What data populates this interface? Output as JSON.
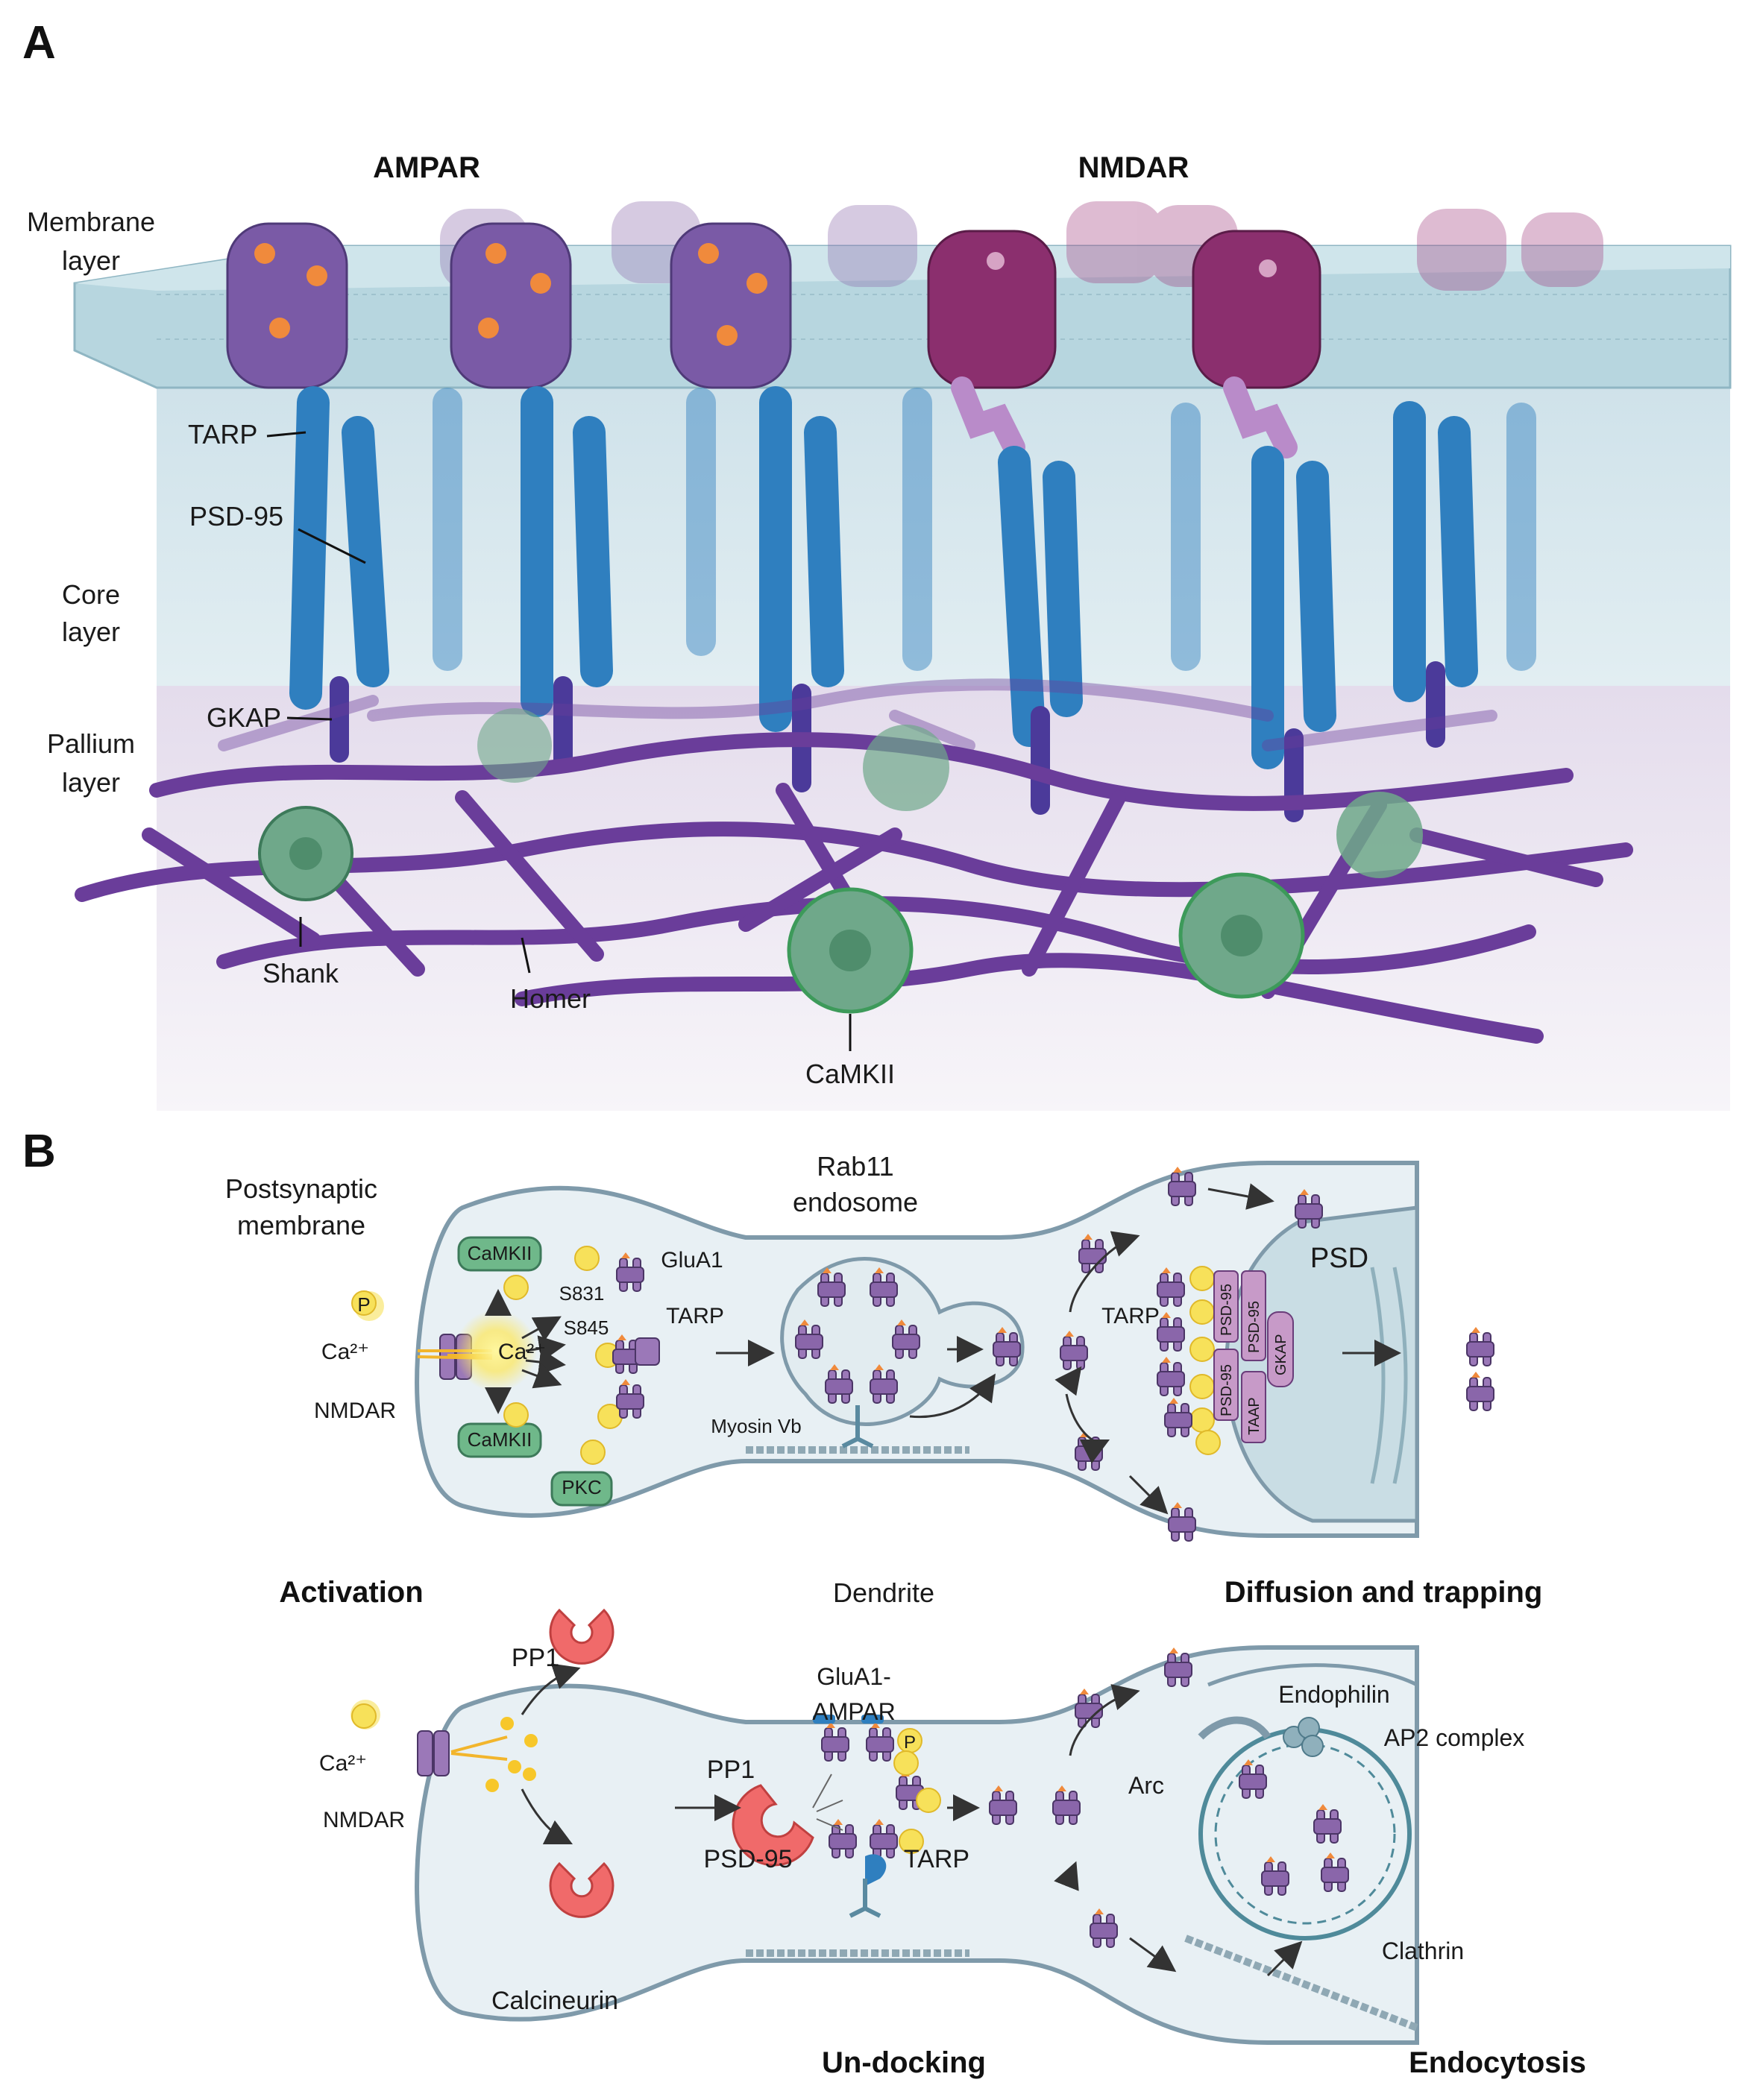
{
  "panel_a": {
    "letter": "A",
    "receptor_labels": {
      "ampar": "AMPAR",
      "nmdar": "NMDAR"
    },
    "layer_labels": {
      "membrane": [
        "Membrane",
        "layer"
      ],
      "core": [
        "Core",
        "layer"
      ],
      "pallium": [
        "Pallium",
        "layer"
      ]
    },
    "protein_labels": {
      "tarp": "TARP",
      "psd95": "PSD-95",
      "gkap": "GKAP",
      "shank": "Shank",
      "homer": "Homer",
      "camkii": "CaMKII"
    },
    "colors": {
      "ampar": "#7a5aa6",
      "nmdar": "#8b2f6e",
      "core_protein": "#2f7fbf",
      "scaffold": "#6a3d9a",
      "camkii": "#6fa88a",
      "membrane": "#a9cdd8",
      "core_bg": "#dce9ee",
      "pallium_bg": "#e9e2ee"
    }
  },
  "panel_b": {
    "letter": "B",
    "top": {
      "postsynaptic_membrane": [
        "Postsynaptic",
        "membrane"
      ],
      "rab11": [
        "Rab11",
        "endosome"
      ],
      "ca_left": "Ca²⁺",
      "p": "P",
      "nmdar": "NMDAR",
      "camkii_top": "CaMKII",
      "camkii_bottom": "CaMKII",
      "ca_center": "Ca²⁺",
      "s831": "S831",
      "s845": "S845",
      "glua1": "GluA1",
      "tarp": "TARP",
      "pkc": "PKC",
      "myosin": "Myosin Vb",
      "tarp_right": "TARP",
      "psd": "PSD",
      "psd95_a": "PSD-95",
      "psd95_b": "PSD-95",
      "psd95_c": "PSD-95",
      "gkap": "GKAP",
      "taap": "TAAP",
      "activation": "Activation",
      "dendrite": "Dendrite",
      "diffusion": "Diffusion and trapping"
    },
    "bottom": {
      "pp1_top": "PP1",
      "ca": "Ca²⁺",
      "nmdar": "NMDAR",
      "calcineurin": "Calcineurin",
      "glua1_ampar": [
        "GluA1-",
        "AMPAR"
      ],
      "pp1_mid": "PP1",
      "psd95": "PSD-95",
      "tarp": "TARP",
      "p": "P",
      "arc": "Arc",
      "endophilin": "Endophilin",
      "ap2": "AP2 complex",
      "clathrin": "Clathrin",
      "undocking": "Un-docking",
      "endocytosis": "Endocytosis"
    },
    "colors": {
      "cell_fill": "#e8f0f4",
      "cell_stroke": "#7f9aaa",
      "receptor": "#9b78b8",
      "receptor_tip": "#f08a3c",
      "phospho": "#f7e15a",
      "kinase": "#6fb88a",
      "phosphatase": "#f06a6a",
      "clathrin": "#4f8a9a"
    }
  }
}
